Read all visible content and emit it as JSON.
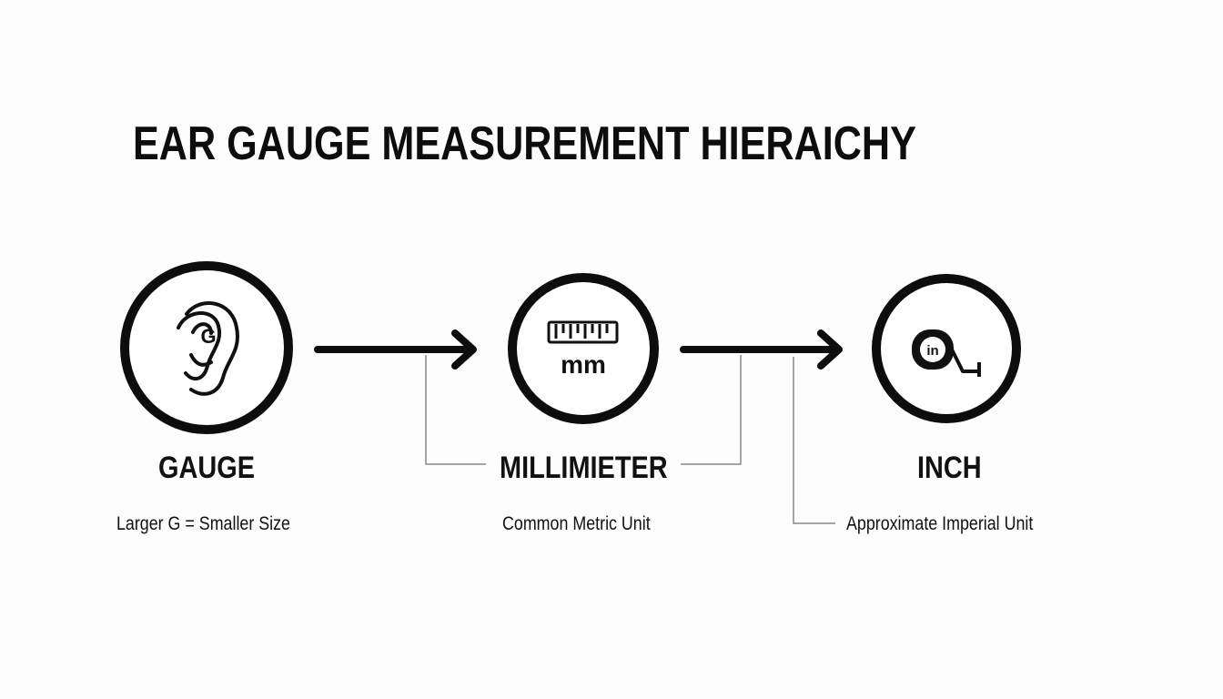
{
  "title": "EAR GAUGE MEASUREMENT HIERAICHY",
  "nodes": [
    {
      "label": "GAUGE",
      "description": "Larger G = Smaller Size",
      "icon": "ear-icon",
      "icon_text": "G"
    },
    {
      "label": "MILLIMIETER",
      "description": "Common Metric Unit",
      "icon": "ruler-icon",
      "icon_text": "mm"
    },
    {
      "label": "INCH",
      "description": "Approximate Imperial Unit",
      "icon": "tape-measure-icon",
      "icon_text": "in"
    }
  ],
  "colors": {
    "ink": "#111111",
    "background": "#fdfdfd",
    "connector": "#888888"
  }
}
